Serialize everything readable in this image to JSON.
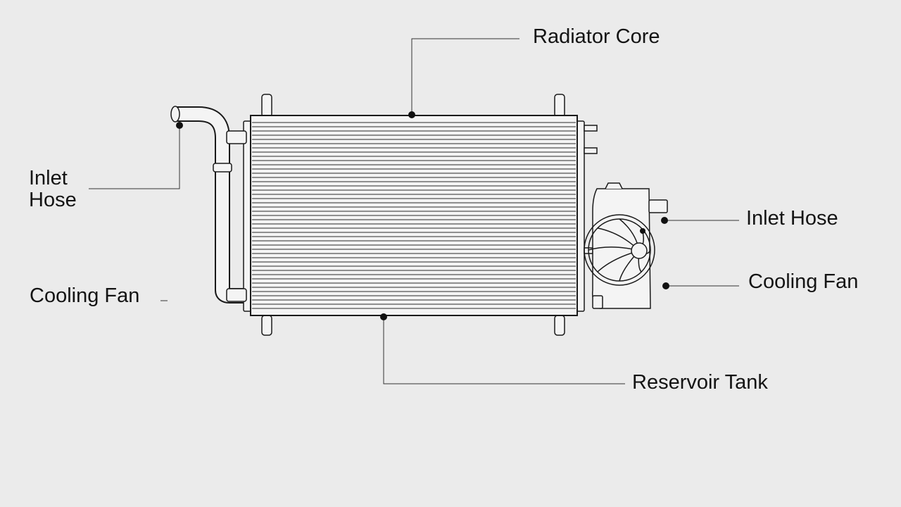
{
  "diagram": {
    "labels": {
      "radiator_core": "Radiator Core",
      "inlet_hose_left_line1": "Inlet",
      "inlet_hose_left_line2": "Hose",
      "cooling_fan_left": "Cooling Fan",
      "inlet_hose_right": "Inlet Hose",
      "cooling_fan_right": "Cooling Fan",
      "reservoir_tank": "Reservoir Tank"
    },
    "colors": {
      "background": "#ebebeb",
      "line": "#1a1a1a",
      "fill": "#f4f4f4"
    }
  }
}
